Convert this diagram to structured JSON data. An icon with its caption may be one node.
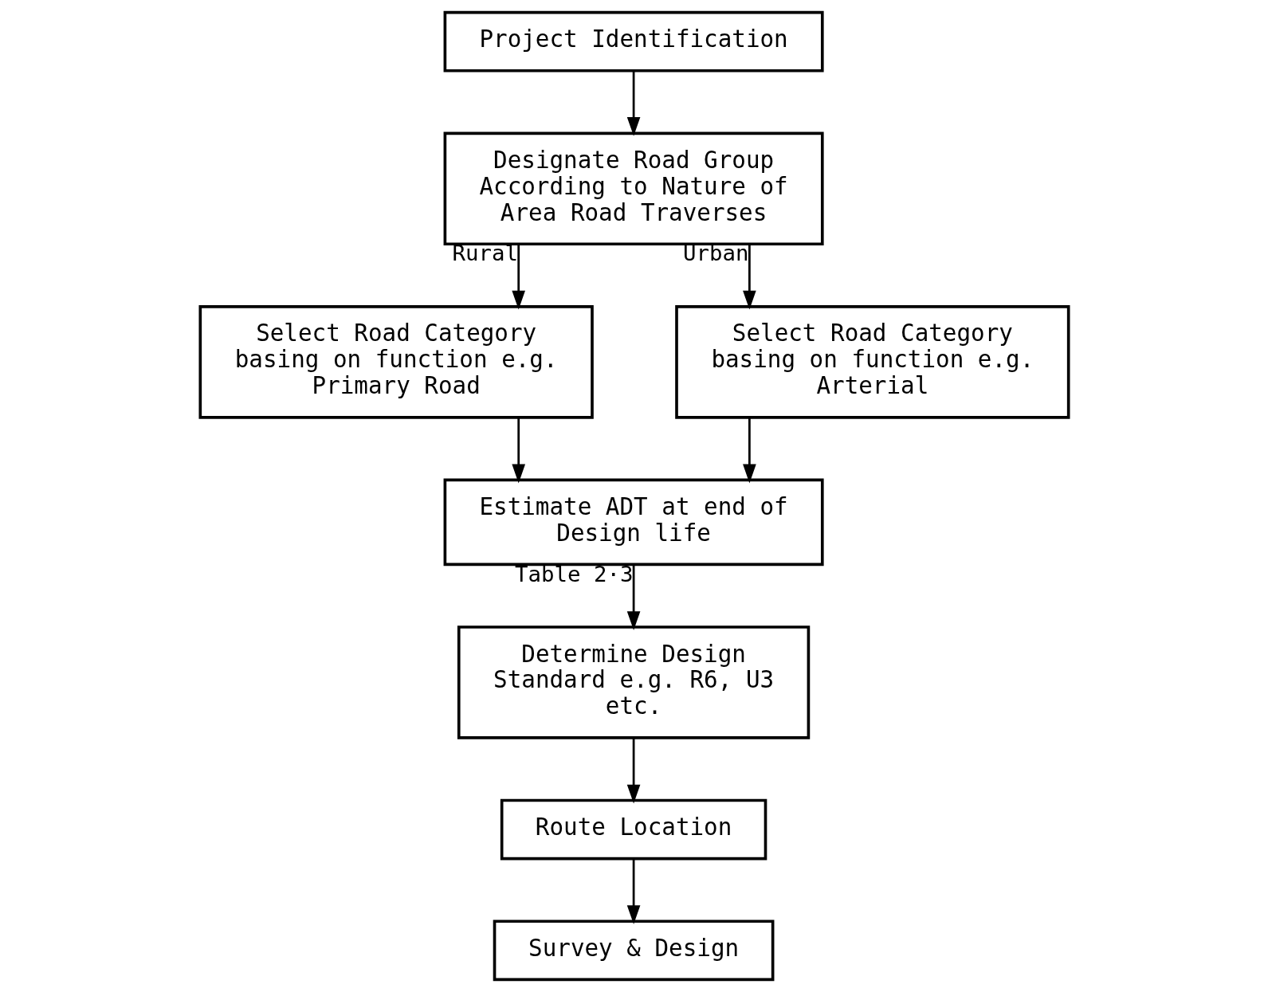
{
  "diagram": {
    "nodes": [
      {
        "text": [
          "Project Identification"
        ]
      },
      {
        "text": [
          "Designate Road Group According to Nature of Area Road Traverses"
        ]
      },
      {
        "text": [
          "Select Road Category basing on function e.g. Primary Road"
        ]
      },
      {
        "text": [
          "Select Road Category basing on function e.g. Arterial"
        ]
      },
      {
        "text": [
          "Estimate ADT at end of Design life"
        ]
      },
      {
        "text": [
          "Determine Design Standard e.g. R6, U3 etc."
        ]
      },
      {
        "text": [
          "Route Location"
        ]
      },
      {
        "text": [
          "Survey & Design"
        ]
      }
    ],
    "edges": [
      {
        "from": 0,
        "to": 1,
        "arrow": "to"
      },
      {
        "from": 1,
        "to": 2,
        "arrow": "to",
        "label": "Rural"
      },
      {
        "from": 1,
        "to": 3,
        "arrow": "to",
        "label": "Urban"
      },
      {
        "from": 2,
        "to": 4,
        "arrow": "to"
      },
      {
        "from": 3,
        "to": 4,
        "arrow": "to"
      },
      {
        "from": 4,
        "to": 5,
        "arrow": "to",
        "label": "Table 2·3"
      },
      {
        "from": 5,
        "to": 6,
        "arrow": "to"
      },
      {
        "from": 6,
        "to": 7,
        "arrow": "to"
      }
    ]
  }
}
